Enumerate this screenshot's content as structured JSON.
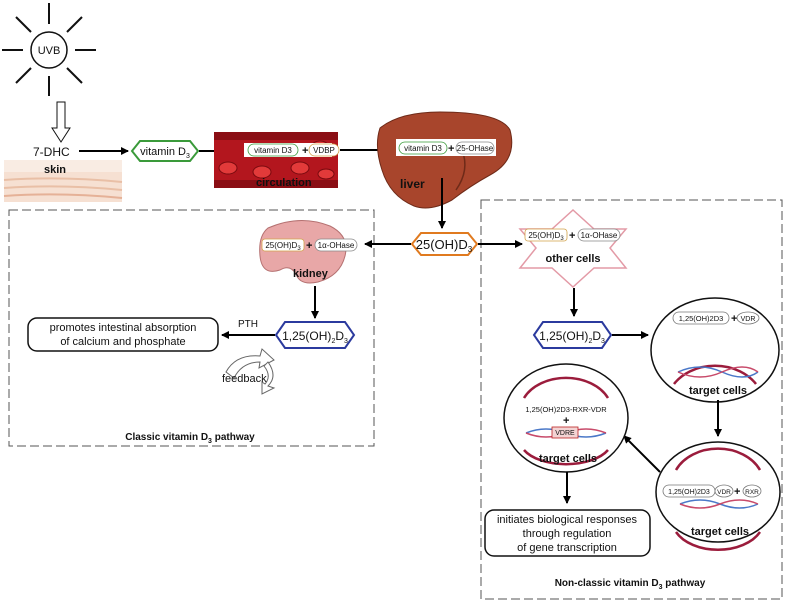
{
  "sun": {
    "label": "UVB"
  },
  "skin": {
    "source": "7-DHC",
    "label": "skin"
  },
  "vitd3": {
    "text": "vitamin D",
    "sub": "3"
  },
  "circulation": {
    "vitd3": "vitamin D3",
    "plus": "+",
    "vdbp": "VDBP",
    "label": "circulation"
  },
  "liver": {
    "vitd3": "vitamin D3",
    "plus": "+",
    "enzyme": "25-OHase",
    "label": "liver"
  },
  "hydroxy": {
    "main": "25(OH)D",
    "sub": "3"
  },
  "kidney": {
    "sub_a": "25(OH)D",
    "sub_b": "3",
    "plus": "+",
    "enzyme": "1α-OHase",
    "label": "kidney"
  },
  "active": {
    "pre": "1,25(OH)",
    "s2": "2",
    "mid": "D",
    "s3": "3"
  },
  "classic": {
    "effect_line1": "promotes intestinal absorption",
    "effect_line2": "of calcium and phosphate",
    "pth": "PTH",
    "feedback": "feedback",
    "title_a": "Classic vitamin D",
    "title_sub": "3",
    "title_b": " pathway"
  },
  "other": {
    "sub_a": "25(OH)D",
    "sub_b": "3",
    "plus": "+",
    "enzyme": "1α-OHase",
    "label": "other cells"
  },
  "target": {
    "label": "target cells",
    "c1_ligand": "1,25(OH)2D3",
    "c1_plus": "+",
    "c1_vdr": "VDR",
    "c2_ligand": "1,25(OH)2D3",
    "c2_vdr": "VDR",
    "c2_plus": "+",
    "c2_rxr": "RXR",
    "c3_complex": "1,25(OH)2D3-RXR-VDR",
    "c3_plus": "+",
    "c3_vdre": "VDRE"
  },
  "response": {
    "line1": "initiates biological responses",
    "line2": "through regulation",
    "line3": "of gene transcription"
  },
  "nonclassic": {
    "title_a": "Non-classic vitamin D",
    "title_sub": "3",
    "title_b": " pathway"
  },
  "colors": {
    "vitd3_border": "#3a9a3a",
    "hydroxy_border": "#e07a1f",
    "active_border": "#2b3a9e",
    "star_border": "#e39aa6",
    "blood": "#b3161e",
    "liver": "#a8452c",
    "kidney": "#e8a7a7",
    "nucleus": "#9b1c3c"
  }
}
